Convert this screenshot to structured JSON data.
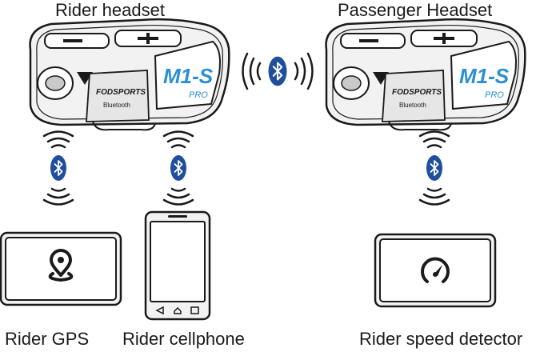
{
  "labels": {
    "rider_headset": "Rider headset",
    "passenger_headset": "Passenger Headset",
    "rider_gps": "Rider GPS",
    "rider_cellphone": "Rider cellphone",
    "rider_speed_detector": "Rider speed detector"
  },
  "device": {
    "brand": "FODSPORTS",
    "bluetooth_text": "Bluetooth",
    "model": "M1-S",
    "model_sub": "PRO"
  },
  "colors": {
    "bluetooth_blue": "#1f4f9c",
    "model_blue": "#2a8fd4",
    "stroke": "#1a1a1a",
    "device_fill": "#f2f2f2"
  },
  "icons": {
    "bluetooth": "bluetooth-icon",
    "signal": "signal-waves-icon",
    "location": "location-pin-icon",
    "speed": "speedometer-icon"
  }
}
